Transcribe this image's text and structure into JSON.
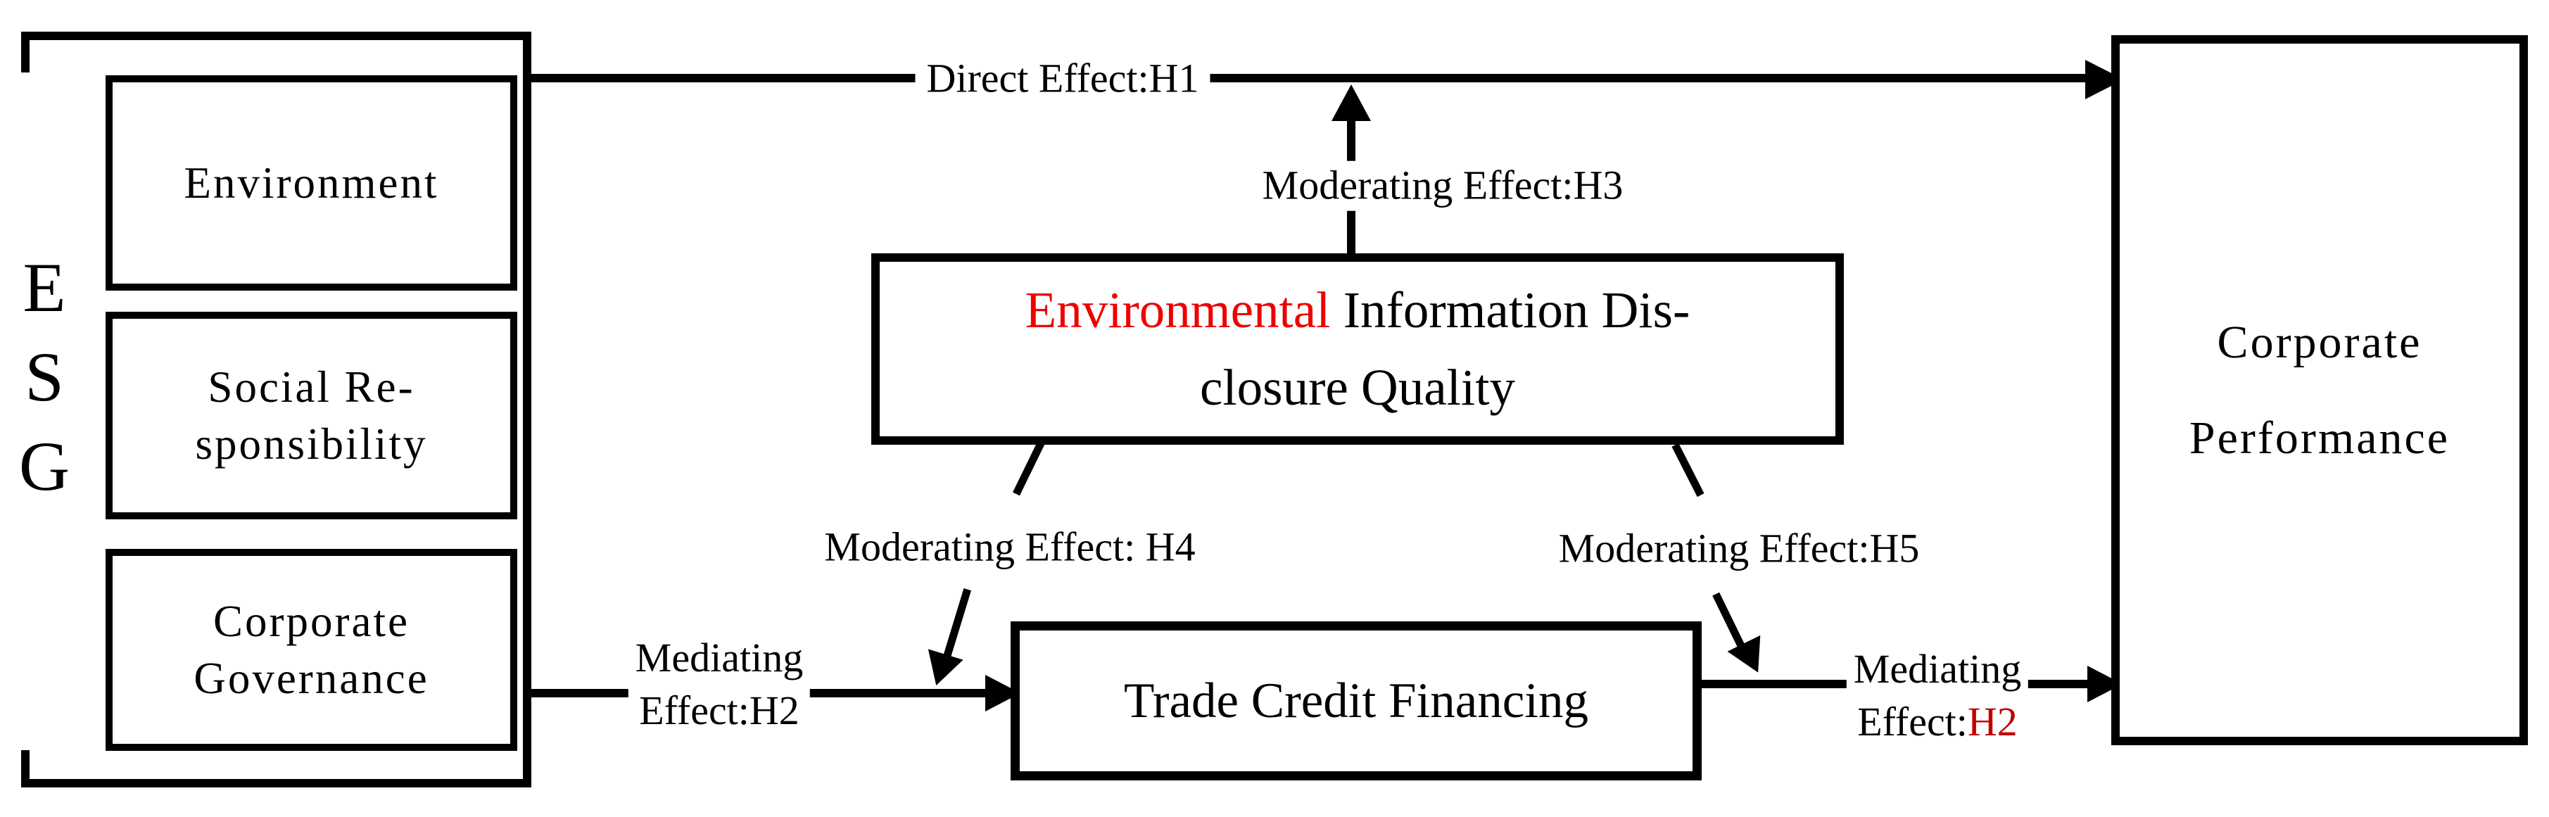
{
  "diagram": {
    "esg_group": {
      "vertical_label_letters": [
        "E",
        "S",
        "G"
      ],
      "environment_label": "Environment",
      "social_label": "Social Re-\nsponsibility",
      "governance_label": "Corporate\nGovernance"
    },
    "mediator_box": {
      "highlight_word": "Environmental",
      "line1_rest": " Information Dis-",
      "line2": "closure Quality"
    },
    "tcf_box": {
      "label": "Trade Credit Financing"
    },
    "cp_box": {
      "label": "Corporate\nPerformance"
    },
    "edge_labels": {
      "direct_effect": "Direct Effect:H1",
      "moderating_h3": "Moderating Effect:H3",
      "moderating_h4": "Moderating Effect: H4",
      "moderating_h5": "Moderating Effect:H5",
      "mediating_left_line1": "Mediating",
      "mediating_left_line2": "Effect:H2",
      "mediating_right_line1": "Mediating",
      "mediating_right_line2_prefix": "Effect:",
      "mediating_right_line2_h2": "H2"
    },
    "colors": {
      "ink": "#000000",
      "background": "#ffffff",
      "highlight_red": "#ee0000",
      "h2_red": "#c00000"
    }
  }
}
